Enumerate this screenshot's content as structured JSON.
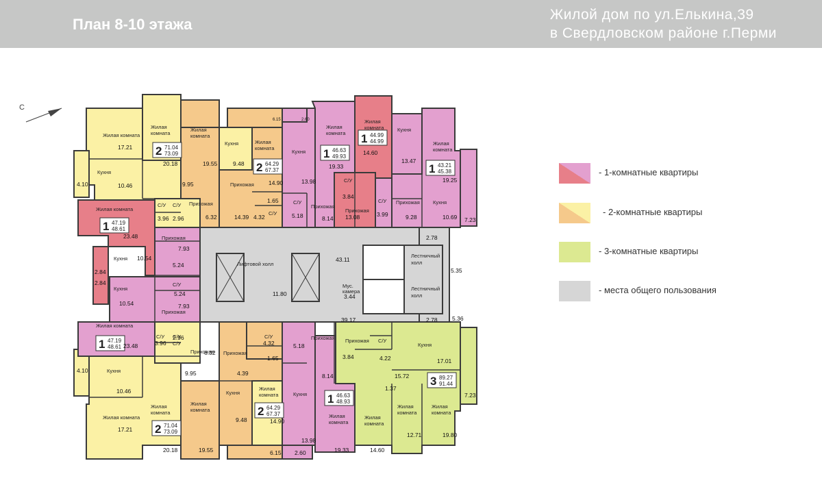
{
  "header": {
    "title": "План 8-10 этажа",
    "address_line1": "Жилой  дом  по  ул.Елькина,39",
    "address_line2": "в Свердловском районе г.Перми"
  },
  "compass": {
    "label": "С"
  },
  "colors": {
    "one_room_a": "#e77f89",
    "one_room_b": "#e3a0cf",
    "two_room_a": "#f5c98b",
    "two_room_b": "#fbf1a5",
    "three_room": "#dce991",
    "common": "#d6d6d6",
    "wall": "#3a3a3a"
  },
  "legend": [
    {
      "label": "-   1-комнатные квартиры"
    },
    {
      "label": "-   2-комнатные квартиры"
    },
    {
      "label": "-   3-комнатные квартиры"
    },
    {
      "label": "-   места общего пользования"
    }
  ],
  "rooms": {
    "living": "Жилая комната",
    "living_short1": "Жилая",
    "living_short2": "комната",
    "kitchen": "Кухня",
    "hall": "Прихожая",
    "wc": "С/У",
    "elevator_hall": "Лифтовой холл",
    "stair_hall1": "Лестничный",
    "stair_hall2": "холл",
    "trash": "Мус.",
    "trash2": "камера"
  },
  "apartments": {
    "tl1": {
      "rooms": "2",
      "area_living": "71.04",
      "area_total": "73.09"
    },
    "tl2": {
      "rooms": "2",
      "area_living": "64.29",
      "area_total": "67.37"
    },
    "tc1": {
      "rooms": "1",
      "area_living": "46.63",
      "area_total": "49.93"
    },
    "tc2": {
      "rooms": "1",
      "area_living": "44.99",
      "area_total": "44.99"
    },
    "tr1": {
      "rooms": "1",
      "area_living": "43.21",
      "area_total": "45.38"
    },
    "ml1": {
      "rooms": "1",
      "area_living": "47.19",
      "area_total": "48.61"
    },
    "bl1": {
      "rooms": "1",
      "area_living": "47.19",
      "area_total": "48.61"
    },
    "bl2": {
      "rooms": "2",
      "area_living": "71.04",
      "area_total": "73.09"
    },
    "bc1": {
      "rooms": "2",
      "area_living": "64.29",
      "area_total": "67.37"
    },
    "bc2": {
      "rooms": "1",
      "area_living": "46.63",
      "area_total": "48.93"
    },
    "br1": {
      "rooms": "3",
      "area_living": "89.27",
      "area_total": "91.44"
    }
  },
  "areas": {
    "a1": "17.21",
    "a2": "20.18",
    "a3": "19.55",
    "a4": "9.48",
    "a5": "14.90",
    "a6": "10.46",
    "a7": "9.95",
    "a8": "4.10",
    "a9": "3.96",
    "a10": "2.96",
    "a11": "6.32",
    "a12": "14.39",
    "a13": "4.32",
    "a14": "1.65",
    "a15": "13.98",
    "a16": "19.33",
    "a17": "14.60",
    "a18": "13.47",
    "a19": "19.25",
    "a20": "3.84",
    "a21": "5.18",
    "a22": "8.14",
    "a23": "13.08",
    "a24": "3.99",
    "a25": "9.28",
    "a26": "10.69",
    "a27": "7.23",
    "a28": "2.78",
    "a29": "23.48",
    "a30": "7.93",
    "a31": "10.54",
    "a32": "5.24",
    "a33": "2.84",
    "a34": "43.11",
    "a35": "11.80",
    "a36": "3.44",
    "a37": "5.35",
    "a38": "39.17",
    "a39": "5.36",
    "a40": "6.15",
    "a41": "2.60",
    "a42": "4.39",
    "a43": "4.22",
    "a44": "17.01",
    "a45": "15.72",
    "a46": "1.37",
    "a47": "12.71",
    "a48": "19.80",
    "a49": "6.15",
    "a50": "2.60"
  }
}
